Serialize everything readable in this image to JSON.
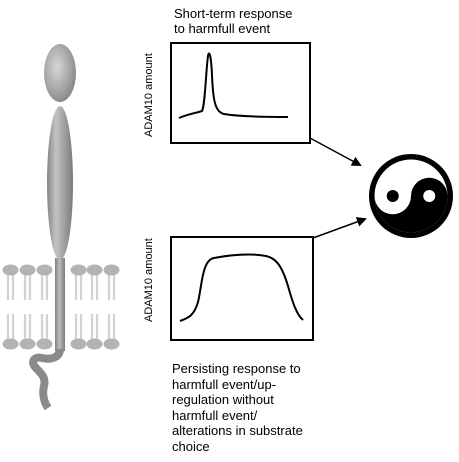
{
  "captions": {
    "top": "Short-term response\nto harmfull event",
    "bottom": "Persisting response to\nharmfull event/up-\nregulation without\nharmfull event/\nalterations in substrate\nchoice"
  },
  "panels": {
    "top": {
      "ylabel": "ADAM10 amount",
      "trace": "sharp transient peak"
    },
    "bottom": {
      "ylabel": "ADAM10 amount",
      "trace": "sustained plateau"
    }
  },
  "symbol": "yin-yang",
  "colors": {
    "protein": "#9e9e9e",
    "lipid_head": "#b3b3b3",
    "lipid_tail": "#d4d4d4",
    "line": "#000000"
  }
}
